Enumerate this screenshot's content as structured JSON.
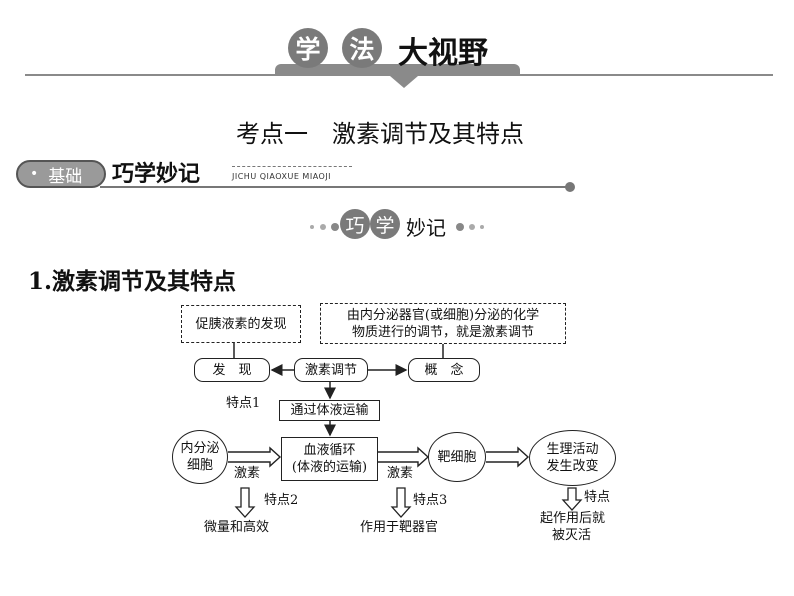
{
  "header": {
    "circle_chars": [
      "学",
      "法"
    ],
    "title_rest": "大视野"
  },
  "section_heading": "考点一　激素调节及其特点",
  "banner": {
    "pill_text": "基础",
    "main": "巧学妙记",
    "pinyin": "JICHU QIAOXUE MIAOJI"
  },
  "sub_banner": {
    "circle_chars": [
      "巧",
      "学"
    ],
    "rest": "妙记"
  },
  "content_heading": "1.激素调节及其特点",
  "diagram": {
    "discovery_note": "促胰液素的发现",
    "concept_note": [
      "由内分泌器官(或细胞)分泌的化学",
      "物质进行的调节，就是激素调节"
    ],
    "discovery": "发　现",
    "hormone_regulation": "激素调节",
    "concept": "概　念",
    "feature1_label": "特点1",
    "body_fluid_transport": "通过体液运输",
    "endocrine_cell": [
      "内分泌",
      "细胞"
    ],
    "blood_circulation": [
      "血液循环",
      "(体液的运输)"
    ],
    "target_cell": "靶细胞",
    "physiological": [
      "生理活动",
      "发生改变"
    ],
    "hormone_label_1": "激素",
    "hormone_label_2": "激素",
    "feature2_label": "特点2",
    "feature2_text": "微量和高效",
    "feature3_label": "特点3",
    "feature3_text": "作用于靶器官",
    "feature_label": "特点",
    "feature_text": [
      "起作用后就",
      "被灭活"
    ]
  }
}
